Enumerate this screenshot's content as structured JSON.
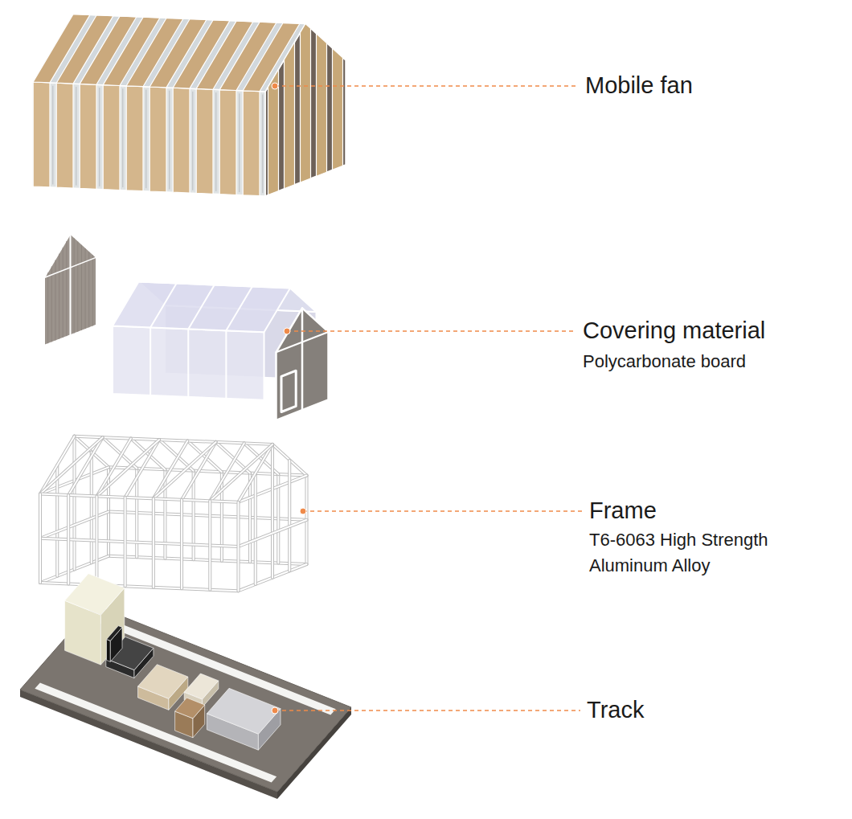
{
  "diagram": {
    "labels": [
      "Mobile fan",
      "Covering material",
      "Polycarbonate board",
      "Frame",
      "T6-6063 High Strength Aluminum Alloy",
      "Track"
    ]
  }
}
